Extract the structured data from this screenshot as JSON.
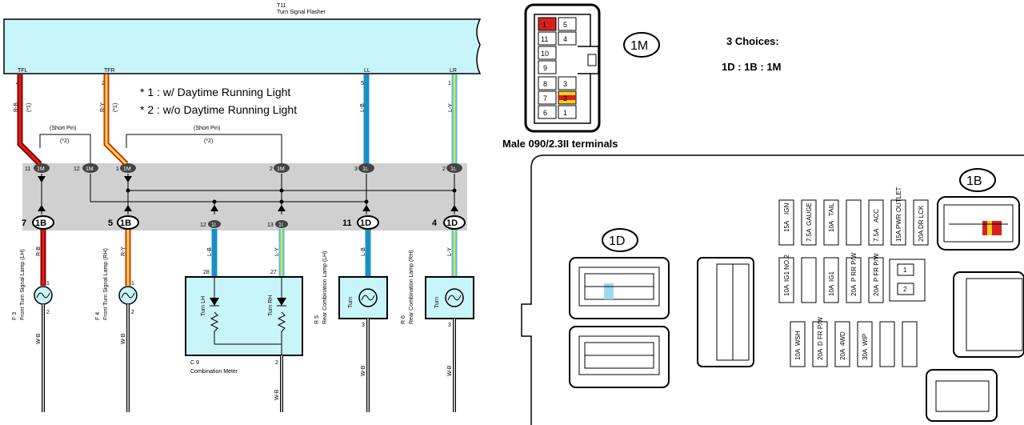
{
  "flasher": {
    "code": "T11",
    "name": "Turn Signal Flasher",
    "pins": [
      "TFL",
      "TFR",
      "LL",
      "LR"
    ],
    "pin_nums": [
      "4",
      "2",
      "5",
      "1"
    ]
  },
  "wires": {
    "w1": "R-B",
    "w1n": "(*1)",
    "w2": "R-Y",
    "w2n": "(*1)",
    "w3": "L-B",
    "w4": "L-Y",
    "w5": "R-B",
    "w6": "R-Y",
    "w7": "L-B",
    "w8": "L-Y",
    "w9": "L-B",
    "w10": "L-Y",
    "gnd": "W-B"
  },
  "notes": {
    "n1": "*  1 : w/ Daytime Running Light",
    "n2": "*  2 : w/o Daytime Running Light"
  },
  "short_pin": {
    "label": "(Short Pin)",
    "note": "(*2)"
  },
  "j1m": {
    "a": "11",
    "b": "12",
    "c": "1",
    "d": "2",
    "e": "3",
    "f": "2",
    "ca": "1M",
    "cb": "1M",
    "cc": "1M",
    "cd": "1M",
    "ce": "1L",
    "cf": "1L"
  },
  "j2": {
    "a": "7",
    "b": "5",
    "c": "12",
    "d": "13",
    "e": "11",
    "f": "4",
    "ca": "1B",
    "cb": "1B",
    "cc": "1I",
    "cd": "1I",
    "ce": "1D",
    "cf": "1D"
  },
  "lamps": {
    "f3": {
      "code": "F 3",
      "name": "Front Turn Signal Lamp (LH)"
    },
    "f4": {
      "code": "F 4",
      "name": "Front Turn Signal Lamp (RH)"
    },
    "r5": {
      "code": "R 5",
      "name": "Rear Combination Lamp (LH)",
      "label": "Turn"
    },
    "r6": {
      "code": "R 6",
      "name": "Rear Combination Lamp (RH)",
      "label": "Turn"
    }
  },
  "meter": {
    "code": "C 9",
    "name": "Combination Meter",
    "lh": "Turn LH",
    "rh": "Turn RH",
    "p1": "28",
    "p2": "27",
    "p3": "2"
  },
  "lamp_pins": {
    "a": "1",
    "b": "2",
    "c": "1",
    "d": "2",
    "e": "3",
    "f": "3",
    "g": "1",
    "h": "2"
  },
  "connector_1m": {
    "pins": [
      "1",
      "5",
      "11",
      "4",
      "10",
      "9",
      "8",
      "3",
      "7",
      "2",
      "6",
      "1"
    ],
    "label": "1M"
  },
  "choices": {
    "title": "3 Choices:",
    "value": "1D : 1B : 1M"
  },
  "terminals": "Male 090/2.3II terminals",
  "box": {
    "c1d": "1D",
    "c1b": "1B",
    "fuses_top": [
      [
        "15A",
        "IGN"
      ],
      [
        "7.5A",
        "GAUGE"
      ],
      [
        "10A",
        "TAIL"
      ],
      [
        "",
        ""
      ],
      [
        "7.5A",
        "ACC"
      ],
      [
        "15A",
        "PWR OUTLET"
      ],
      [
        "20A",
        "DR LCK"
      ]
    ],
    "fuses_mid": [
      [
        "10A",
        "IG1 NO.2"
      ],
      [
        "",
        ""
      ],
      [
        "10A",
        "IG1"
      ],
      [
        "20A",
        "P RR P/W"
      ],
      [
        "20A",
        "P FR P/W"
      ]
    ],
    "fuses_bot": [
      [
        "10A",
        "WSH"
      ],
      [
        "20A",
        "D FR P/W"
      ],
      [
        "20A",
        "4WD"
      ],
      [
        "30A",
        "WIP"
      ],
      [
        "",
        ""
      ],
      [
        "",
        ""
      ]
    ],
    "relay_pins": [
      "1",
      "2"
    ]
  }
}
